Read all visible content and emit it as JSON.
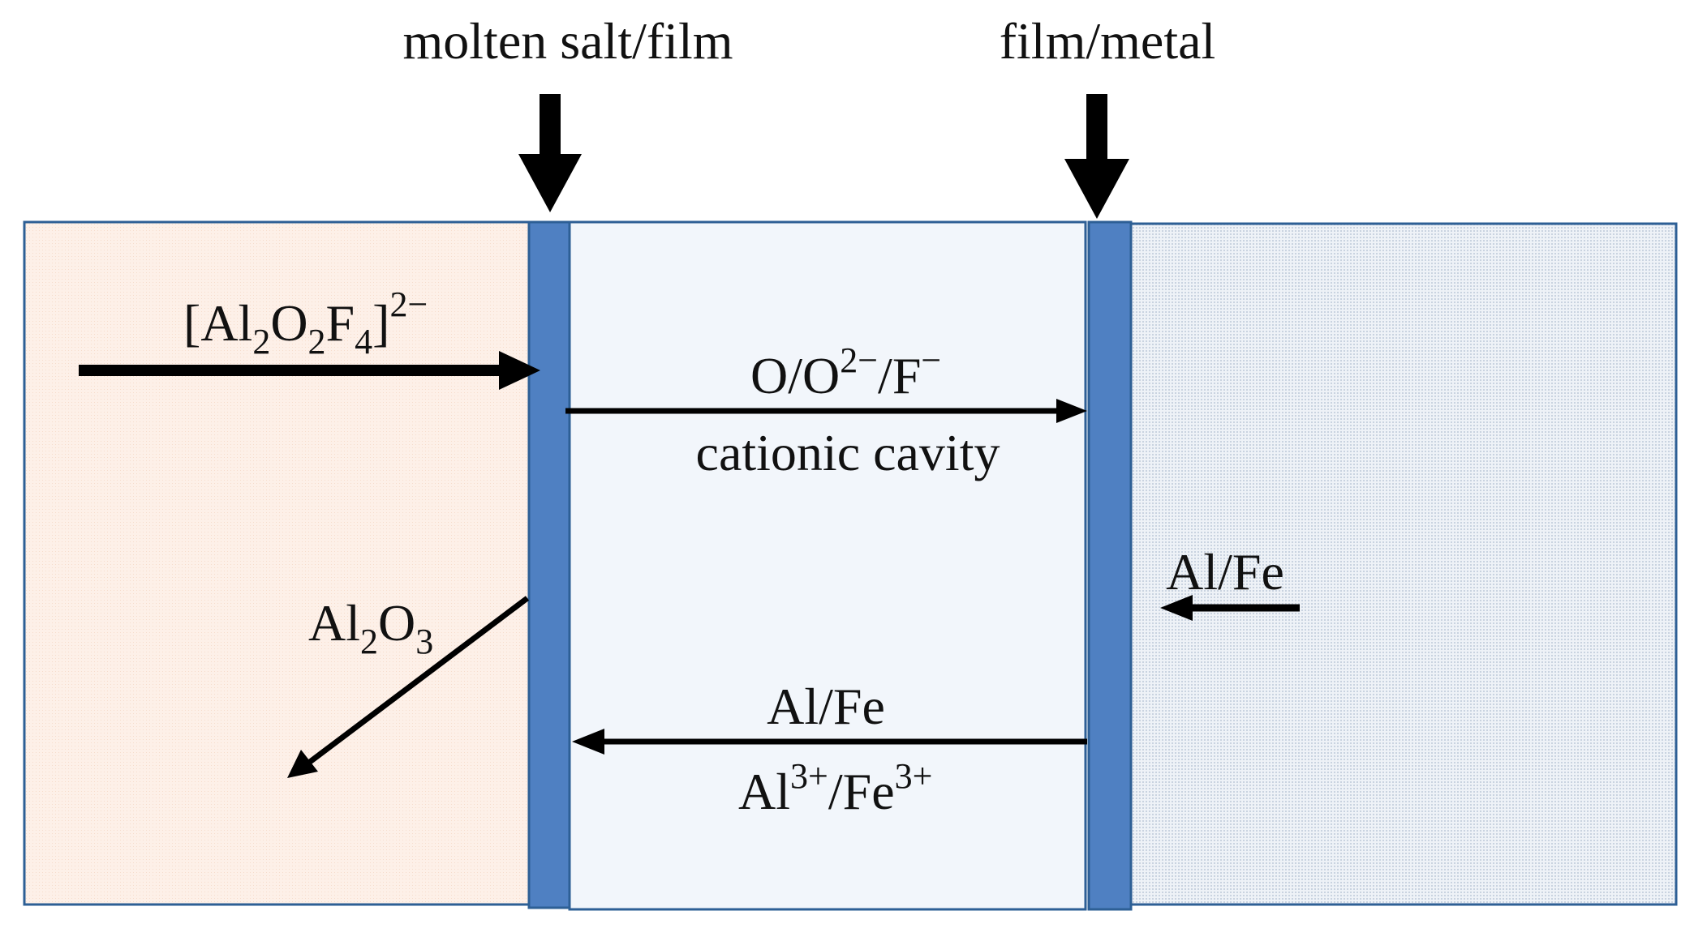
{
  "labels": {
    "interface_left": "molten salt/film",
    "interface_right": "film/metal",
    "species_in": {
      "a": "[Al",
      "b": "2",
      "c": "O",
      "d": "2",
      "e": "F",
      "f": "4",
      "g": "]",
      "h": "2−"
    },
    "oxygen_flux": {
      "a": "O/O",
      "b": "2−",
      "c": "/F",
      "d": "−"
    },
    "cavity": "cationic cavity",
    "product": {
      "a": "Al",
      "b": "2",
      "c": "O",
      "d": "3"
    },
    "metal_side": "Al/Fe",
    "metal_flux": "Al/Fe",
    "cations": {
      "a": "Al",
      "b": "3+",
      "c": "/Fe",
      "d": "3+"
    }
  },
  "colors": {
    "salt_fill": "#fdf0e8",
    "film_fill": "#f2f6fb",
    "metal_fill": "#e6ebf2",
    "interface_layer": "#4f80c2",
    "border": "#2d5f95",
    "arrow": "#000000"
  }
}
